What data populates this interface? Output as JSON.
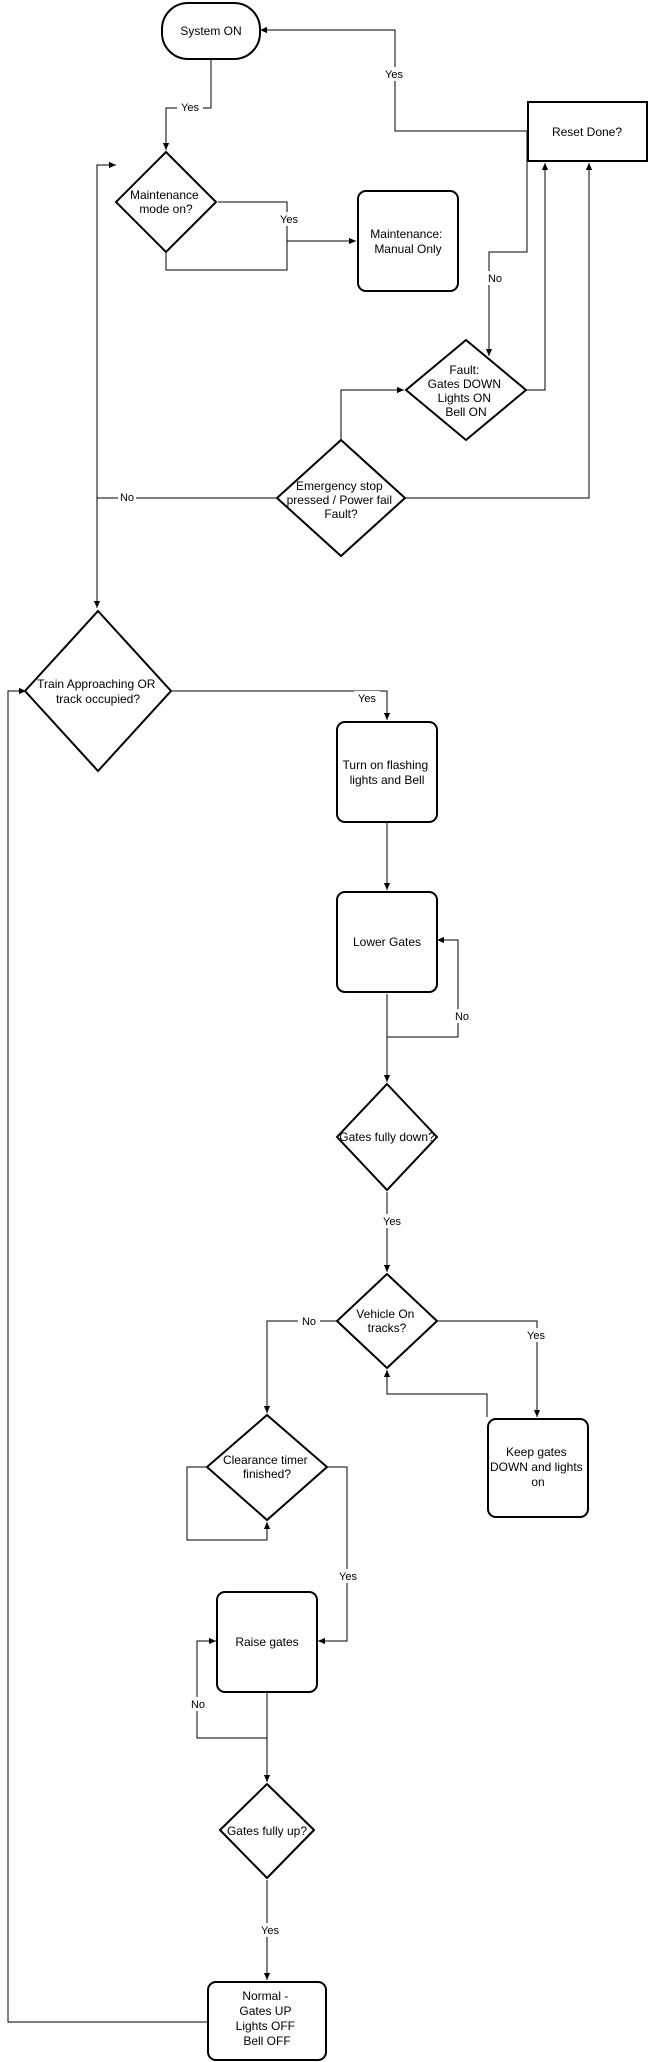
{
  "nodes": {
    "system_on": [
      "System ON"
    ],
    "maintenance_q": [
      "Maintenance",
      "mode on?"
    ],
    "maintenance_manual": [
      "Maintenance:",
      "Manual Only"
    ],
    "reset_done": [
      "Reset Done?"
    ],
    "fault": [
      "Fault:",
      "Gates DOWN",
      "Lights ON",
      "Bell ON"
    ],
    "emergency_q": [
      "Emergency stop",
      "pressed / Power fail",
      "Fault?"
    ],
    "train_q": [
      "Train Approaching OR",
      "track occupied?"
    ],
    "flashing": [
      "Turn on flashing",
      "lights and Bell"
    ],
    "lower_gates": [
      "Lower Gates"
    ],
    "gates_down_q": [
      "Gates fully down?"
    ],
    "vehicle_q": [
      "Vehicle On",
      "tracks?"
    ],
    "keep_gates": [
      "Keep gates",
      "DOWN and lights",
      "on"
    ],
    "clearance_q": [
      "Clearance timer",
      "finished?"
    ],
    "raise_gates": [
      "Raise gates"
    ],
    "gates_up_q": [
      "Gates fully up?"
    ],
    "normal": [
      "Normal -",
      "Gates UP",
      "Lights OFF",
      "Bell OFF"
    ]
  },
  "edge_labels": {
    "system_to_maint": "Yes",
    "maint_yes": "Yes",
    "reset_yes": "Yes",
    "reset_no": "No",
    "emergency_no": "No",
    "train_yes": "Yes",
    "lower_no": "No",
    "gates_down_yes": "Yes",
    "vehicle_no": "No",
    "vehicle_yes": "Yes",
    "clearance_yes": "Yes",
    "raise_no": "No",
    "gates_up_yes": "Yes"
  }
}
